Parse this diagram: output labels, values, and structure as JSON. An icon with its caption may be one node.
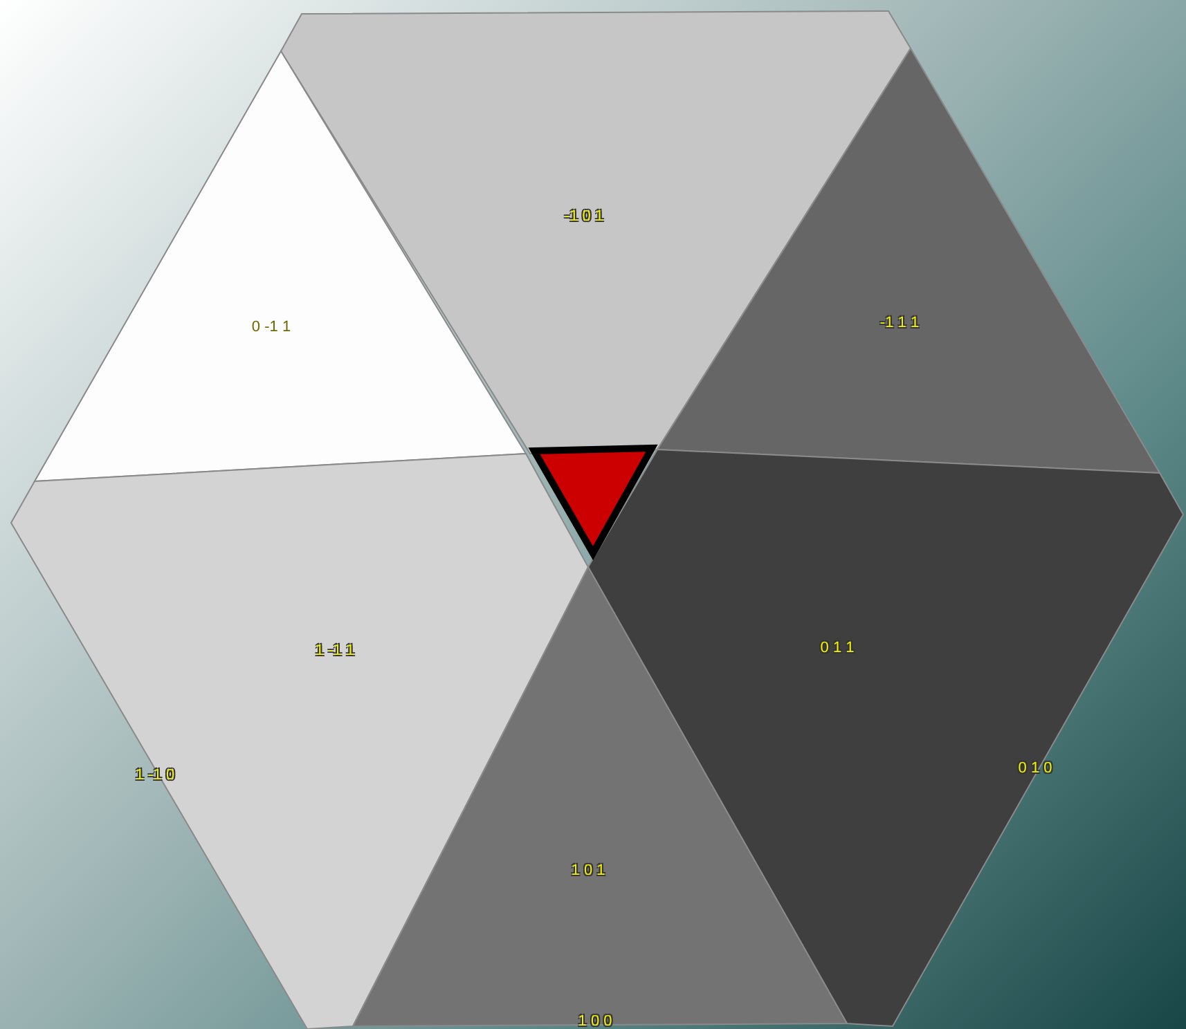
{
  "diagram": {
    "nodes": [
      {
        "text": [
          "-1 0 1"
        ]
      },
      {
        "text": [
          "0 -1 1"
        ]
      },
      {
        "text": [
          "-1 1 1"
        ]
      },
      {
        "text": [
          "1 -1 1"
        ]
      },
      {
        "text": [
          "0 1 1"
        ]
      },
      {
        "text": [
          "1 0 1"
        ]
      },
      {
        "text": [],
        "shape": "triangle"
      }
    ],
    "labels": [
      "1 -1 0",
      "0 1 0",
      "1 0 0"
    ]
  }
}
